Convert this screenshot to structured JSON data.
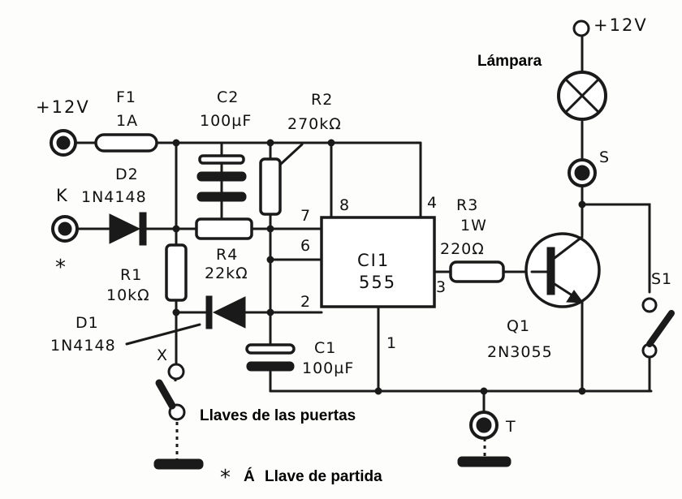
{
  "labels": {
    "supply_in": "+12V",
    "supply_lamp": "+12V",
    "lamp": "Lámpara",
    "fuse_ref": "F1",
    "fuse_val": "1A",
    "c2_ref": "C2",
    "c2_val": "100µF",
    "r2_ref": "R2",
    "r2_val": "270kΩ",
    "d2_ref": "D2",
    "d2_val": "1N4148",
    "k_terminal": "K",
    "star_mark": "*",
    "r4_ref": "R4",
    "r4_val": "22kΩ",
    "r1_ref": "R1",
    "r1_val": "10kΩ",
    "d1_ref": "D1",
    "d1_val": "1N4148",
    "x_terminal": "X",
    "c1_ref": "C1",
    "c1_val": "100µF",
    "ic_ref": "CI1",
    "ic_val": "555",
    "pin_8": "8",
    "pin_4": "4",
    "pin_7": "7",
    "pin_6": "6",
    "pin_2": "2",
    "pin_3": "3",
    "pin_1": "1",
    "r3_ref": "R3",
    "r3_power": "1W",
    "r3_val": "220Ω",
    "q1_ref": "Q1",
    "q1_val": "2N3055",
    "s_terminal": "S",
    "s1_ref": "S1",
    "t_terminal": "T",
    "door_switches": "Llaves de las puertas",
    "start_key_star": "*",
    "start_key_a": "Á",
    "start_key": "Llave de partida"
  }
}
